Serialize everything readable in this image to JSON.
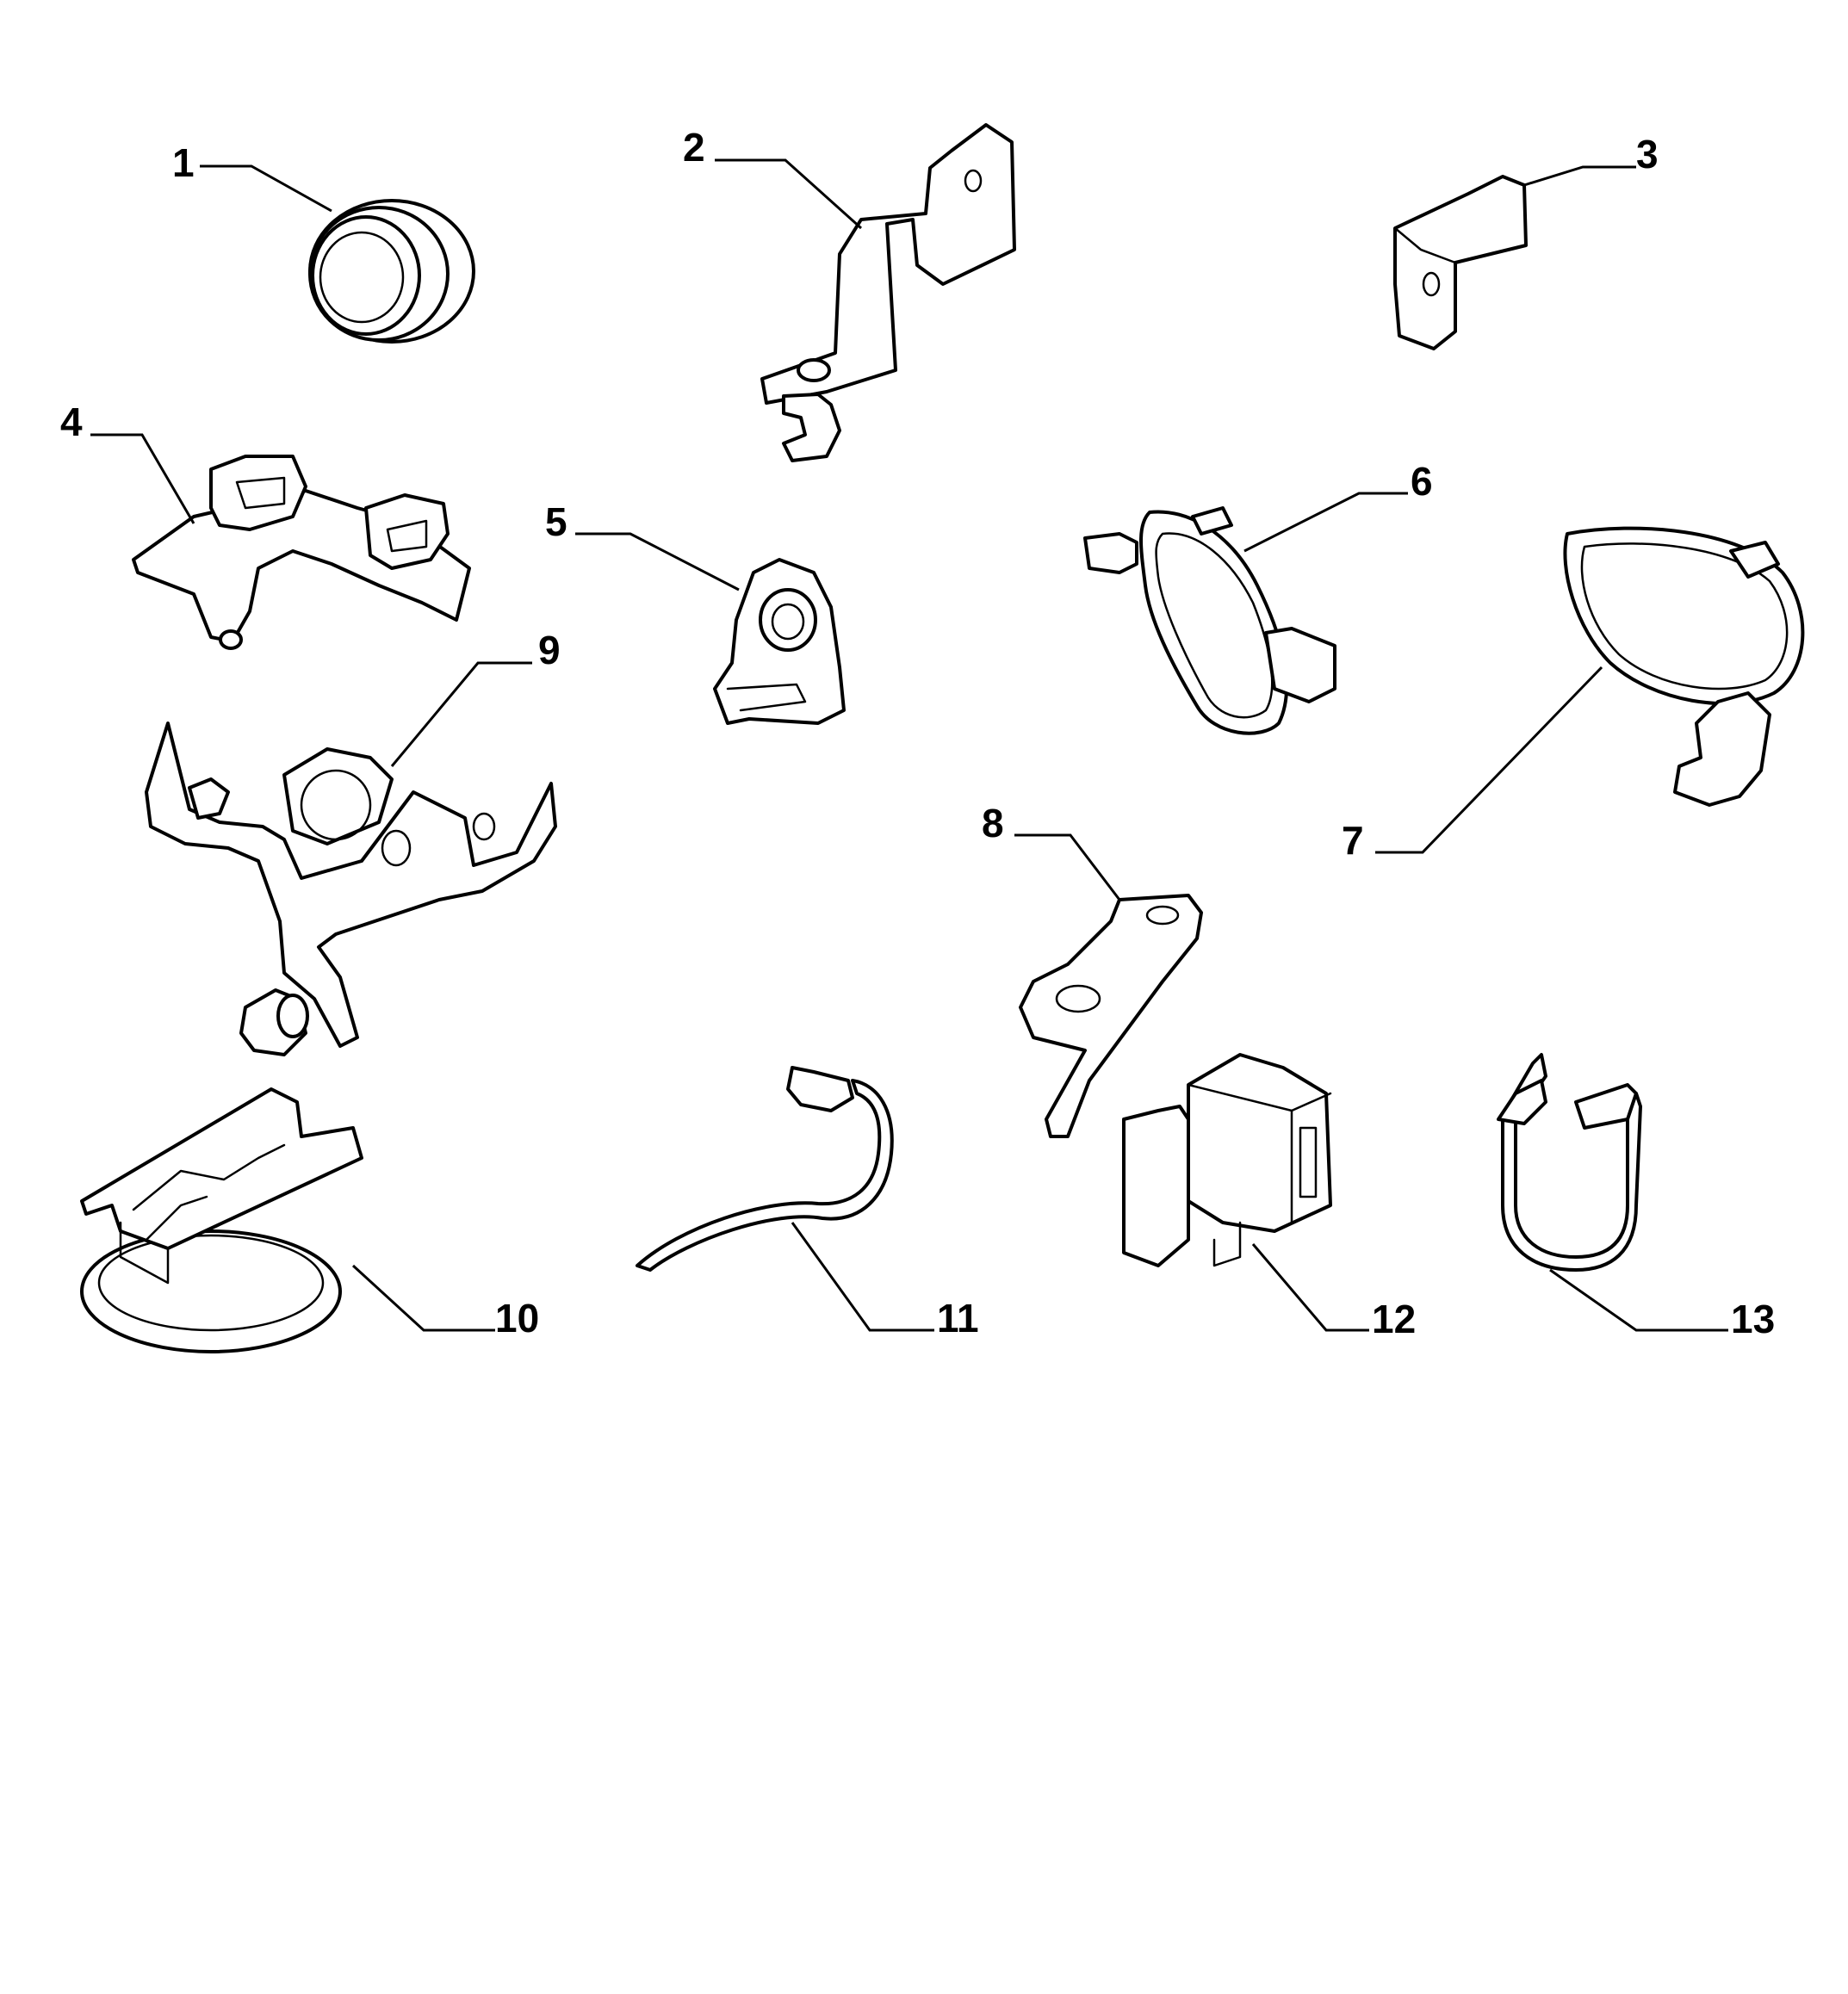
{
  "diagram": {
    "background": "#ffffff",
    "line_color": "#000000",
    "callouts": [
      {
        "id": "1",
        "label": "1"
      },
      {
        "id": "2",
        "label": "2"
      },
      {
        "id": "3",
        "label": "3"
      },
      {
        "id": "4",
        "label": "4"
      },
      {
        "id": "5",
        "label": "5"
      },
      {
        "id": "6",
        "label": "6"
      },
      {
        "id": "7",
        "label": "7"
      },
      {
        "id": "8",
        "label": "8"
      },
      {
        "id": "9",
        "label": "9"
      },
      {
        "id": "10",
        "label": "10"
      },
      {
        "id": "11",
        "label": "11"
      },
      {
        "id": "12",
        "label": "12"
      },
      {
        "id": "13",
        "label": "13"
      }
    ]
  }
}
